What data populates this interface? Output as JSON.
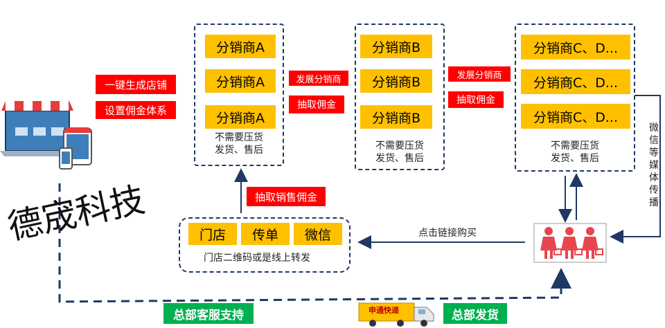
{
  "distributors": {
    "a_label": "分销商A",
    "b_label": "分销商B",
    "c_label": "分销商C、D...",
    "note_line1": "不需要压货",
    "note_line2": "发货、售后"
  },
  "left_actions": {
    "create_store": "一键生成店铺",
    "set_commission": "设置佣金体系"
  },
  "link_ab": {
    "develop": "发展分销商",
    "commission": "抽取佣金"
  },
  "link_bc": {
    "develop": "发展分销商",
    "commission": "抽取佣金"
  },
  "sales_commission": "抽取销售佣金",
  "channels": {
    "store": "门店",
    "flyer": "传单",
    "wechat": "微信",
    "caption": "门店二维码或是线上转发"
  },
  "click_buy": "点击链接购买",
  "media_spread": [
    "微",
    "信",
    "等",
    "媒",
    "体",
    "传",
    "播"
  ],
  "hq_support": "总部客服支持",
  "hq_shipping": "总部发货",
  "truck_text": "申通快递",
  "watermark": "德宬科技",
  "colors": {
    "yellow": "#ffc000",
    "red": "#ff0000",
    "green": "#00b050",
    "navy": "#1f3864"
  }
}
